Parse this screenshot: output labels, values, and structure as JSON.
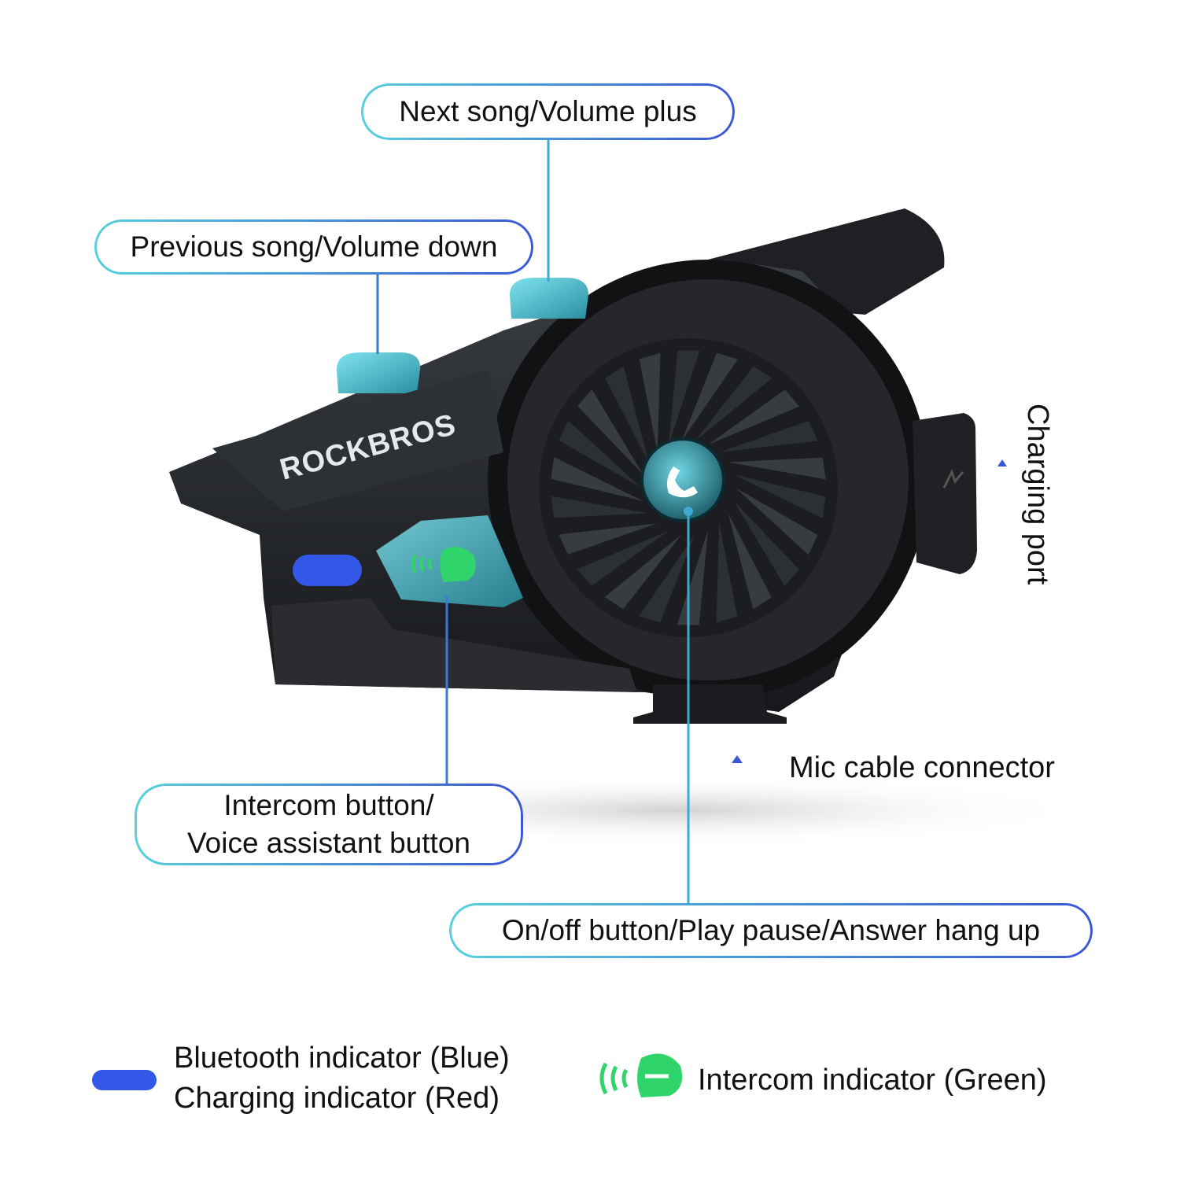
{
  "brand": "ROCKBROS",
  "callouts": {
    "next": "Next song/Volume plus",
    "previous": "Previous song/Volume down",
    "intercom_line1": "Intercom button/",
    "intercom_line2": "Voice assistant button",
    "onoff": "On/off button/Play pause/Answer hang up",
    "charging_port": "Charging port",
    "mic": "Mic cable connector"
  },
  "legend": {
    "bluetooth": "Bluetooth indicator (Blue)",
    "charging": "Charging indicator (Red)",
    "intercom": "Intercom indicator (Green)"
  },
  "colors": {
    "accent_cyan": "#4fc7d9",
    "accent_blue": "#3b57d6",
    "bluetooth_led": "#3358e8",
    "intercom_green": "#2fd46a"
  }
}
